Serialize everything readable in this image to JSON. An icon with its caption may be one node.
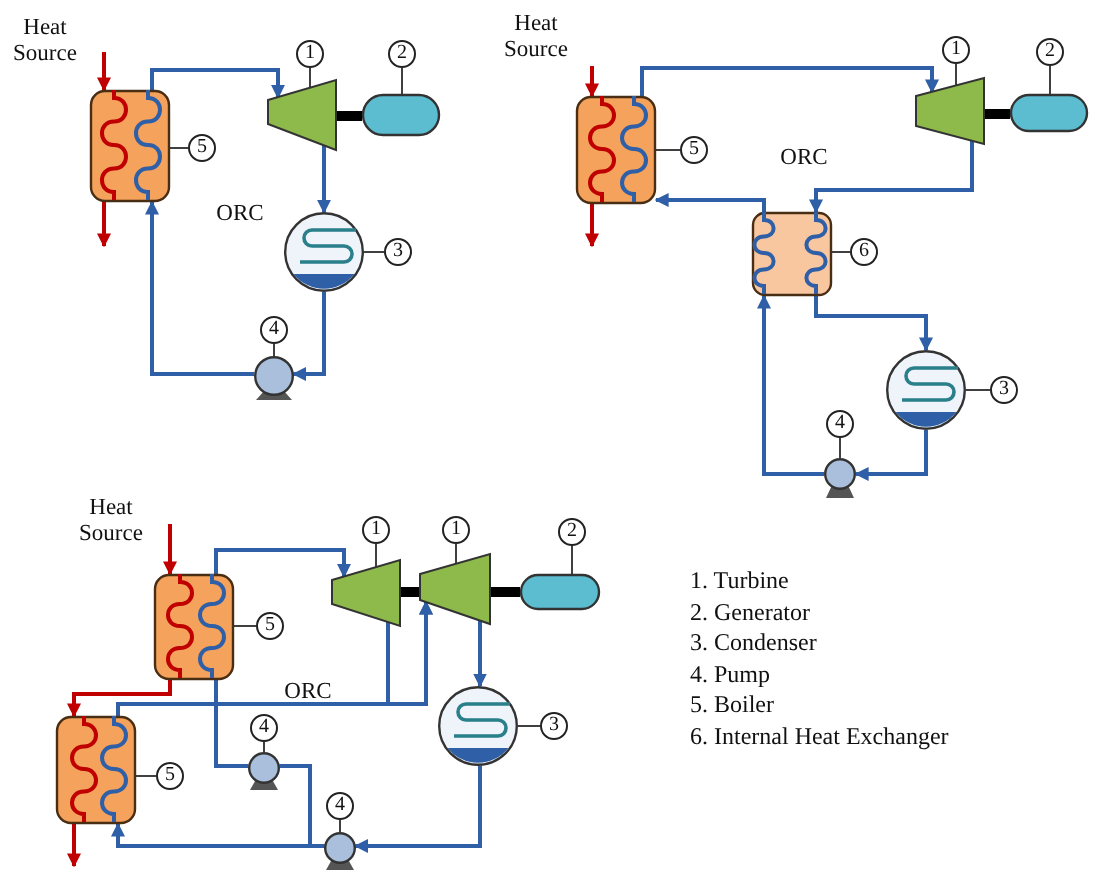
{
  "diagram": {
    "nodes": [
      {
        "text": [],
        "shape": "box"
      },
      {
        "text": [
          "5"
        ]
      },
      {
        "text": [],
        "shape": "trapezoid"
      },
      {
        "text": [
          "1"
        ]
      },
      {
        "text": [],
        "shape": "box"
      },
      {
        "text": [
          "2"
        ]
      },
      {
        "text": [],
        "shape": "circle"
      },
      {
        "text": [
          "3"
        ]
      },
      {
        "text": [],
        "shape": "circle"
      },
      {
        "text": [
          "4"
        ]
      },
      {
        "text": [],
        "shape": "box"
      },
      {
        "text": [
          "5"
        ]
      },
      {
        "text": [],
        "shape": "trapezoid"
      },
      {
        "text": [
          "1"
        ]
      },
      {
        "text": [],
        "shape": "box"
      },
      {
        "text": [
          "2"
        ]
      },
      {
        "text": [],
        "shape": "box"
      },
      {
        "text": [
          "6"
        ]
      },
      {
        "text": [],
        "shape": "circle"
      },
      {
        "text": [
          "3"
        ]
      },
      {
        "text": [],
        "shape": "circle"
      },
      {
        "text": [
          "4"
        ]
      },
      {
        "text": [],
        "shape": "box"
      },
      {
        "text": [
          "5"
        ]
      },
      {
        "text": [],
        "shape": "trapezoid"
      },
      {
        "text": [
          "1"
        ]
      },
      {
        "text": [],
        "shape": "trapezoid"
      },
      {
        "text": [
          "1"
        ]
      },
      {
        "text": [],
        "shape": "box"
      },
      {
        "text": [
          "2"
        ]
      },
      {
        "text": [],
        "shape": "box"
      },
      {
        "text": [
          "5"
        ]
      },
      {
        "text": [],
        "shape": "circle"
      },
      {
        "text": [
          "3"
        ]
      },
      {
        "text": [],
        "shape": "circle"
      },
      {
        "text": [
          "4"
        ]
      },
      {
        "text": [],
        "shape": "circle"
      },
      {
        "text": [
          "4"
        ]
      }
    ],
    "edges": [
      {
        "from": null,
        "to": 0,
        "arrow": "to",
        "color": "#c00000"
      },
      {
        "from": 0,
        "to": null,
        "arrow": "to",
        "color": "#c00000"
      },
      {
        "from": 0,
        "to": 2,
        "arrow": "to",
        "color": "#2f5fa7"
      },
      {
        "from": 2,
        "to": 6,
        "arrow": "to",
        "color": "#2f5fa7"
      },
      {
        "from": 6,
        "to": 8,
        "arrow": "to",
        "color": "#2f5fa7"
      },
      {
        "from": 8,
        "to": 0,
        "arrow": "to",
        "color": "#2f5fa7"
      },
      {
        "from": 2,
        "to": 4,
        "arrow": "none",
        "style": "thick",
        "color": "#000000"
      },
      {
        "from": 1,
        "to": 0,
        "arrow": "none"
      },
      {
        "from": 3,
        "to": 2,
        "arrow": "none"
      },
      {
        "from": 5,
        "to": 4,
        "arrow": "none"
      },
      {
        "from": 7,
        "to": 6,
        "arrow": "none"
      },
      {
        "from": 9,
        "to": 8,
        "arrow": "none"
      },
      {
        "from": null,
        "to": 10,
        "arrow": "to",
        "color": "#c00000"
      },
      {
        "from": 10,
        "to": null,
        "arrow": "to",
        "color": "#c00000"
      },
      {
        "from": 10,
        "to": 12,
        "arrow": "to",
        "color": "#2f5fa7"
      },
      {
        "from": 12,
        "to": 16,
        "arrow": "to",
        "color": "#2f5fa7"
      },
      {
        "from": 16,
        "to": 18,
        "arrow": "to",
        "color": "#2f5fa7"
      },
      {
        "from": 18,
        "to": 20,
        "arrow": "to",
        "color": "#2f5fa7"
      },
      {
        "from": 20,
        "to": 16,
        "arrow": "to",
        "color": "#2f5fa7"
      },
      {
        "from": 16,
        "to": 10,
        "arrow": "to",
        "color": "#2f5fa7"
      },
      {
        "from": 12,
        "to": 14,
        "arrow": "none",
        "style": "thick",
        "color": "#000000"
      },
      {
        "from": 11,
        "to": 10,
        "arrow": "none"
      },
      {
        "from": 13,
        "to": 12,
        "arrow": "none"
      },
      {
        "from": 15,
        "to": 14,
        "arrow": "none"
      },
      {
        "from": 17,
        "to": 16,
        "arrow": "none"
      },
      {
        "from": 19,
        "to": 18,
        "arrow": "none"
      },
      {
        "from": 21,
        "to": 20,
        "arrow": "none"
      },
      {
        "from": null,
        "to": 22,
        "arrow": "to",
        "color": "#c00000"
      },
      {
        "from": 22,
        "to": 30,
        "arrow": "to",
        "color": "#c00000"
      },
      {
        "from": 30,
        "to": null,
        "arrow": "to",
        "color": "#c00000"
      },
      {
        "from": 22,
        "to": 24,
        "arrow": "to",
        "color": "#2f5fa7"
      },
      {
        "from": 24,
        "to": 26,
        "arrow": "to",
        "color": "#2f5fa7"
      },
      {
        "from": 30,
        "to": 26,
        "arrow": "to",
        "color": "#2f5fa7"
      },
      {
        "from": 26,
        "to": 32,
        "arrow": "to",
        "color": "#2f5fa7"
      },
      {
        "from": 32,
        "to": 36,
        "arrow": "to",
        "color": "#2f5fa7"
      },
      {
        "from": 36,
        "to": 30,
        "arrow": "to",
        "color": "#2f5fa7"
      },
      {
        "from": 36,
        "to": 34,
        "arrow": "none",
        "color": "#2f5fa7"
      },
      {
        "from": 34,
        "to": 22,
        "arrow": "none",
        "color": "#2f5fa7"
      },
      {
        "from": 24,
        "to": 26,
        "arrow": "none",
        "style": "thick",
        "color": "#000000"
      },
      {
        "from": 26,
        "to": 28,
        "arrow": "none",
        "style": "thick",
        "color": "#000000"
      },
      {
        "from": 23,
        "to": 22,
        "arrow": "none"
      },
      {
        "from": 25,
        "to": 24,
        "arrow": "none"
      },
      {
        "from": 27,
        "to": 26,
        "arrow": "none"
      },
      {
        "from": 29,
        "to": 28,
        "arrow": "none"
      },
      {
        "from": 31,
        "to": 30,
        "arrow": "none"
      },
      {
        "from": 33,
        "to": 32,
        "arrow": "none"
      },
      {
        "from": 35,
        "to": 34,
        "arrow": "none"
      },
      {
        "from": 37,
        "to": 36,
        "arrow": "none"
      }
    ],
    "labels": [
      "Heat Source",
      "ORC",
      "Heat Source",
      "ORC",
      "Heat Source",
      "ORC",
      "1. Turbine",
      "2. Generator",
      "3. Condenser",
      "4. Pump",
      "5. Boiler",
      "6. Internal Heat Exchanger"
    ]
  }
}
